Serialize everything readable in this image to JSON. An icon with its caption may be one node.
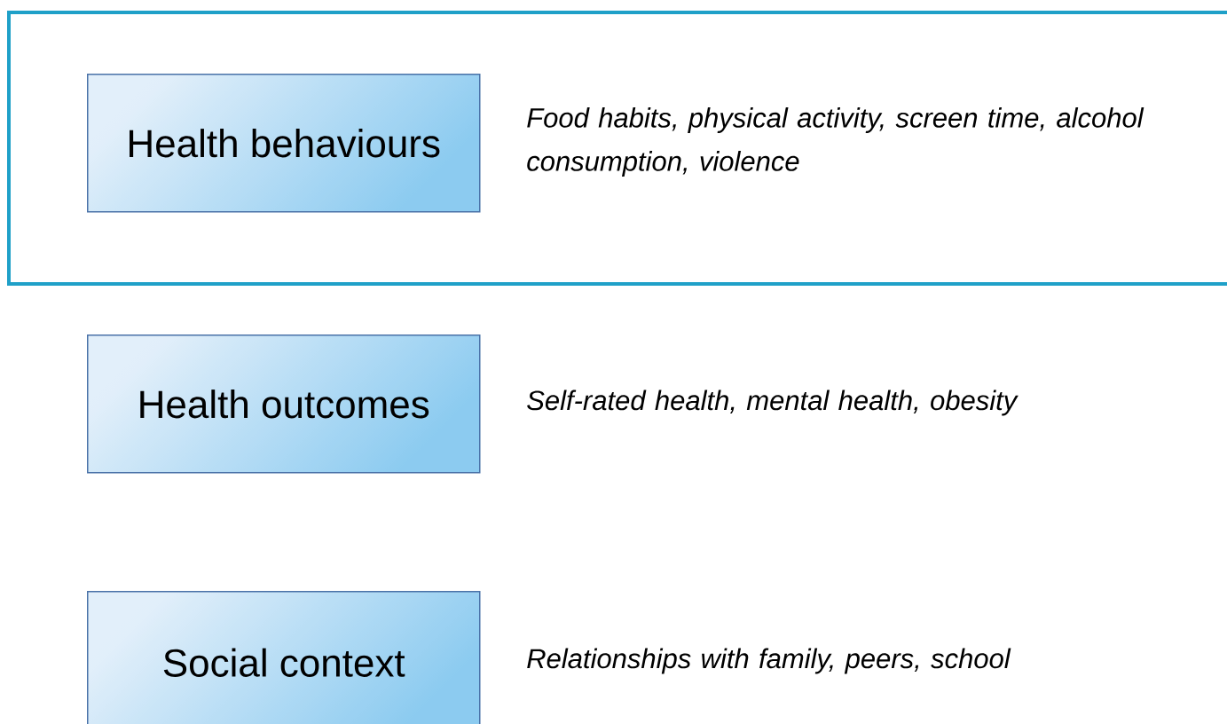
{
  "diagram": {
    "nodes": [
      {
        "text": [],
        "shape": "box"
      },
      {
        "text": [
          "Health behaviours"
        ],
        "in": 0,
        "beside": [
          "Food habits, physical activity, screen time, alcohol consumption, violence"
        ]
      },
      {
        "text": [
          "Health outcomes"
        ],
        "beside": [
          "Self-rated health, mental health, obesity"
        ]
      },
      {
        "text": [
          "Social context"
        ],
        "beside": [
          "Relationships with family, peers, school"
        ]
      }
    ]
  }
}
